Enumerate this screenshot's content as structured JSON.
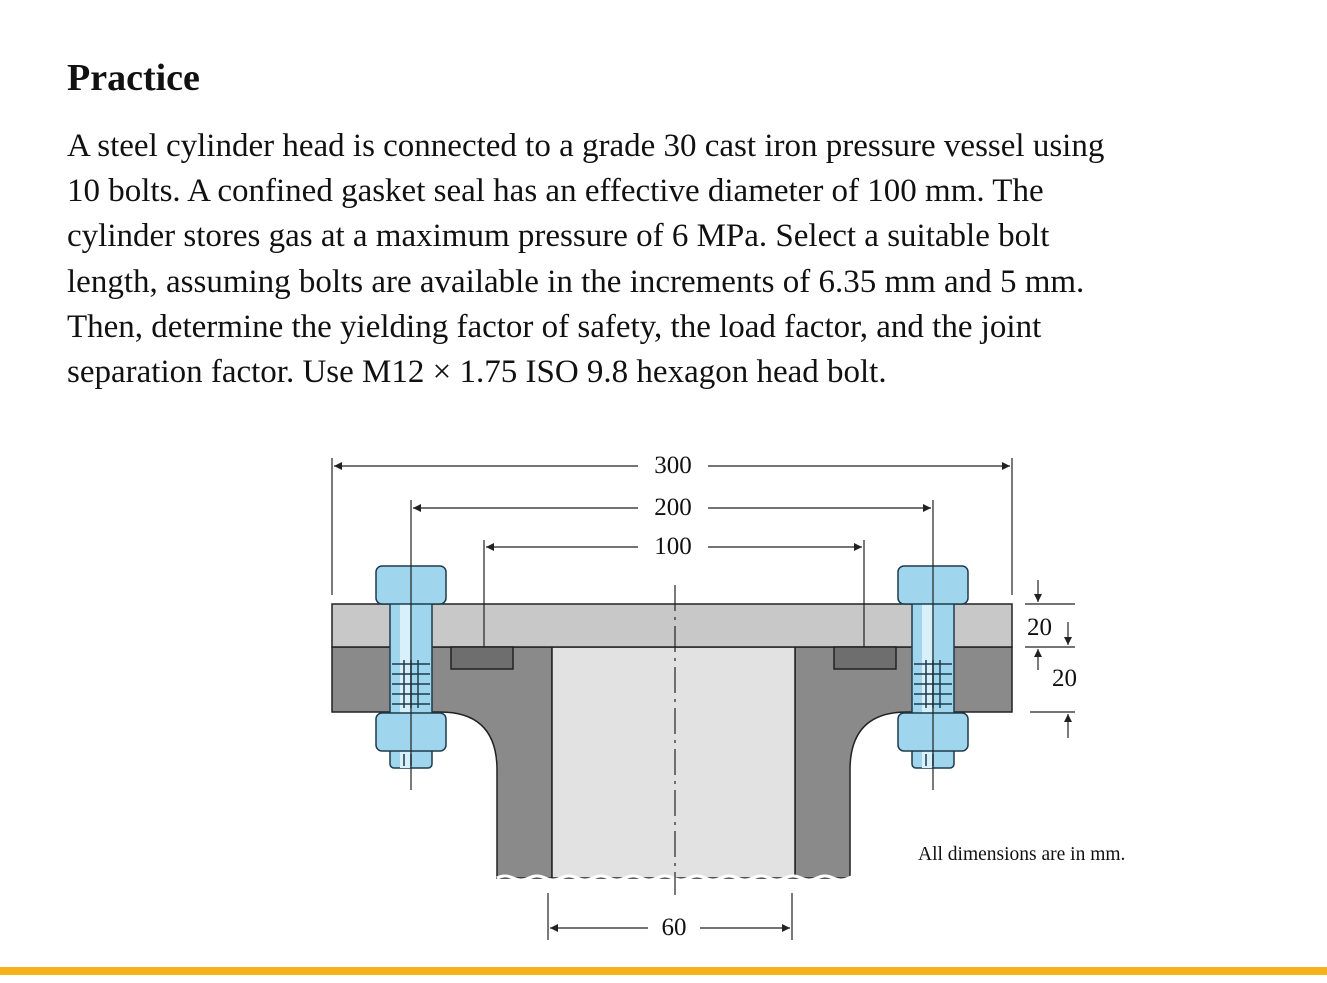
{
  "slide": {
    "title": "Practice",
    "problem_lines": [
      "A steel cylinder head is connected to a grade 30 cast iron pressure vessel using",
      "10 bolts. A confined gasket seal has an effective diameter of 100 mm. The",
      "cylinder stores gas at a maximum pressure of 6 MPa. Select a suitable bolt",
      "length, assuming bolts are available in the increments of 6.35 mm and 5 mm.",
      "Then, determine the yielding factor of safety, the load factor, and the joint",
      "separation factor. Use M12 × 1.75 ISO 9.8 hexagon head bolt."
    ]
  },
  "figure": {
    "dimensions": {
      "outer": "300",
      "bolt_circle": "200",
      "gasket": "100",
      "bore": "60",
      "head_thickness": "20",
      "flange_thickness": "20"
    },
    "note": "All dimensions are in mm.",
    "colors": {
      "head": "#c8c8c8",
      "vessel": "#8a8a8a",
      "bore": "#e2e2e2",
      "gasket": "#6e6e6e",
      "bolt": "#9fd6ee",
      "accent_bar": "#f5b21b"
    }
  }
}
